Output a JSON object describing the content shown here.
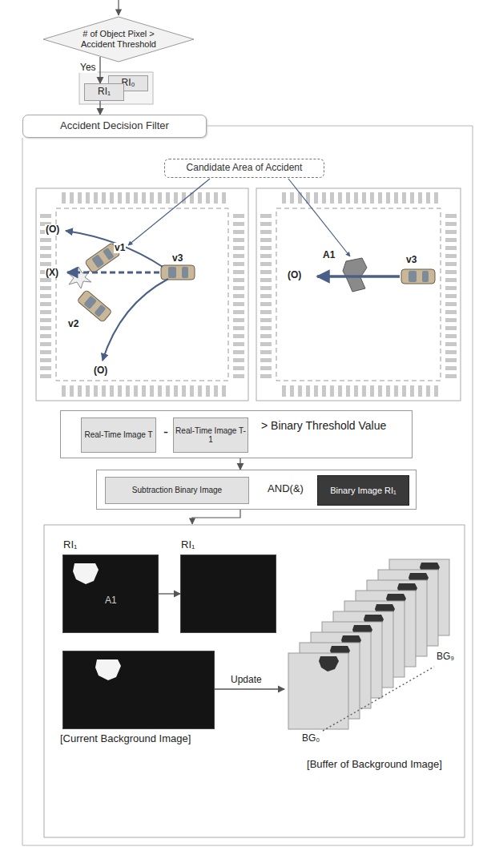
{
  "diagram": {
    "nodes": [
      {
        "text": [
          "# of Object Pixel > Accident Threshold"
        ]
      },
      {
        "text": [
          "RI₀"
        ]
      },
      {
        "text": [
          "RI₁"
        ]
      },
      {
        "text": [
          "Accident Decision Filter"
        ]
      },
      {
        "text": [
          "Candidate Area of Accident"
        ]
      },
      {
        "text": [
          "-",
          "> Binary Threshold Value"
        ]
      },
      {
        "text": [
          "Real-Time Image T"
        ],
        "in": 5
      },
      {
        "text": [
          "Real-Time Image T-1"
        ],
        "in": 5
      },
      {
        "text": [
          "AND(&)"
        ]
      },
      {
        "text": [
          "Subtraction Binary Image"
        ],
        "in": 8
      },
      {
        "text": [
          "Binary Image RI₁"
        ],
        "in": 8
      },
      {
        "text": [
          "RI₁",
          "A1"
        ]
      },
      {
        "text": [
          "RI₁"
        ]
      },
      {
        "text": [
          "[Current Background Image]"
        ]
      },
      {
        "text": [
          "BG₉",
          "BG₀",
          "[Buffer of Background Image]"
        ]
      }
    ],
    "edges": [
      {
        "from": 0,
        "to": 2,
        "label": "Yes",
        "arrow": "to"
      },
      {
        "from": 2,
        "to": 3,
        "arrow": "to"
      },
      {
        "from": 5,
        "to": 8,
        "arrow": "to"
      },
      {
        "from": 11,
        "to": 12,
        "arrow": "to"
      },
      {
        "from": 13,
        "to": 14,
        "label": "Update",
        "arrow": "to"
      }
    ],
    "labels": [
      "v1",
      "v2",
      "v3",
      "(O)",
      "(X)",
      "(O)",
      "A1",
      "v3",
      "(O)"
    ]
  }
}
